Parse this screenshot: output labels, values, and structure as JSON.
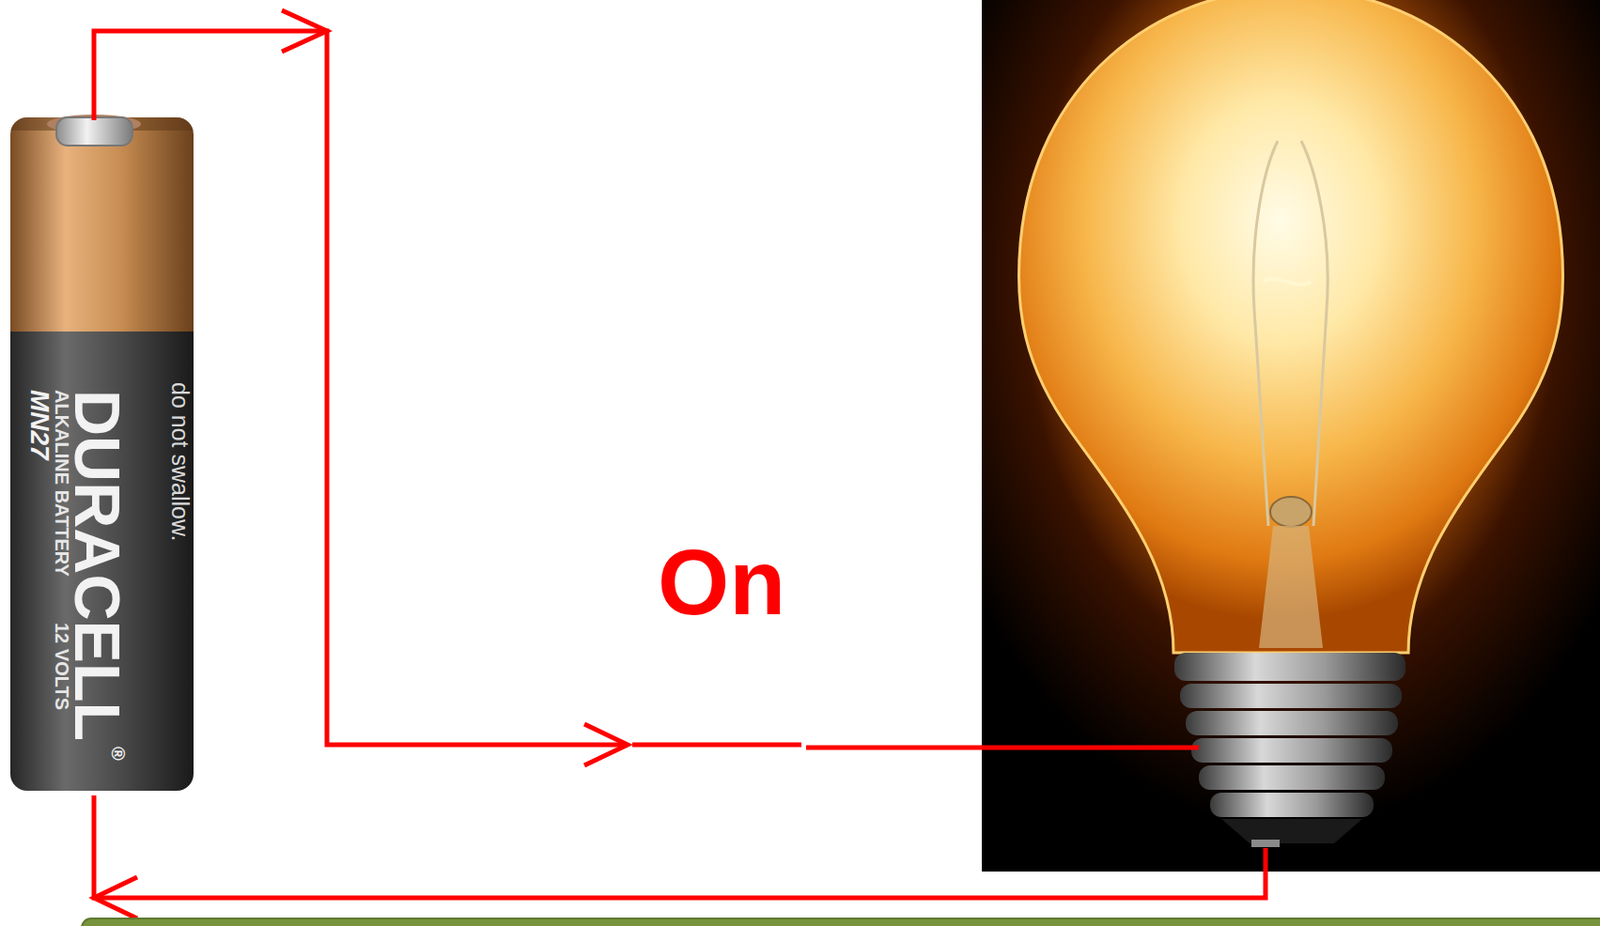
{
  "diagram": {
    "nodes": [
      {
        "text": [
          "do not swallow.",
          "DURACELL",
          "®",
          "ALKALINE BATTERY",
          "MN27",
          "12 VOLTS"
        ]
      }
    ],
    "labels": [
      "On"
    ]
  }
}
